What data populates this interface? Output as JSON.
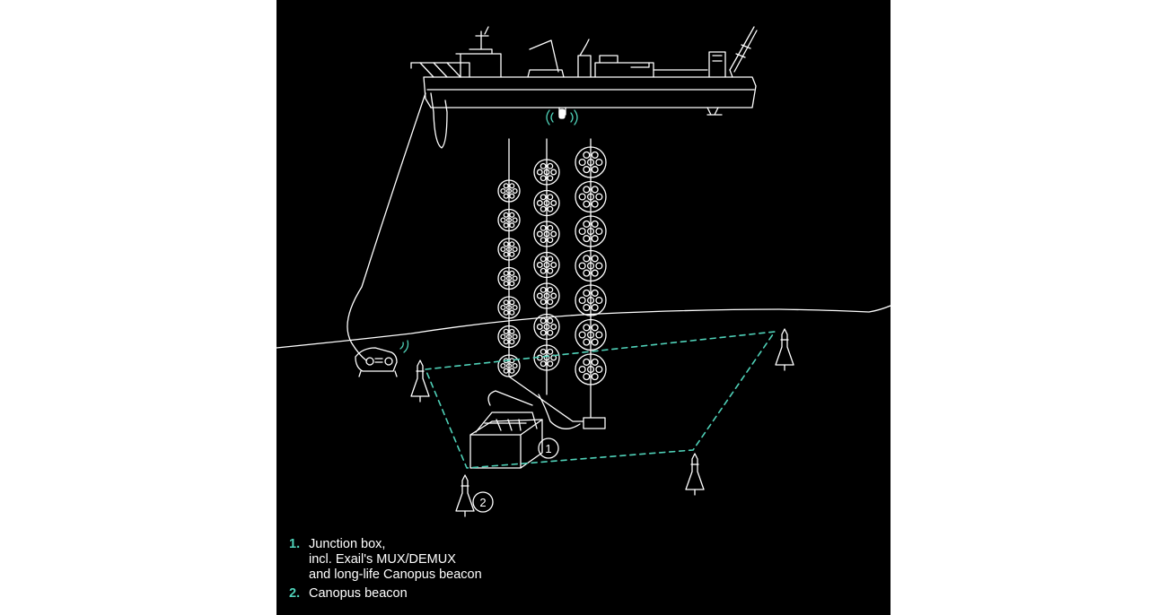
{
  "colors": {
    "background": "#000000",
    "page": "#ffffff",
    "line": "#ffffff",
    "accent": "#4fd1b8"
  },
  "callouts": {
    "junction_box": "1",
    "beacon": "2"
  },
  "legend": [
    {
      "number": "1.",
      "lines": [
        "Junction box,",
        "incl. Exail's MUX/DEMUX",
        "and long-life Canopus beacon"
      ]
    },
    {
      "number": "2.",
      "lines": [
        "Canopus beacon"
      ]
    }
  ],
  "icons": [
    "vessel-icon",
    "signal-waves-icon",
    "hydrophone-array-icon",
    "rov-icon",
    "junction-box-icon",
    "canopus-beacon-icon"
  ]
}
